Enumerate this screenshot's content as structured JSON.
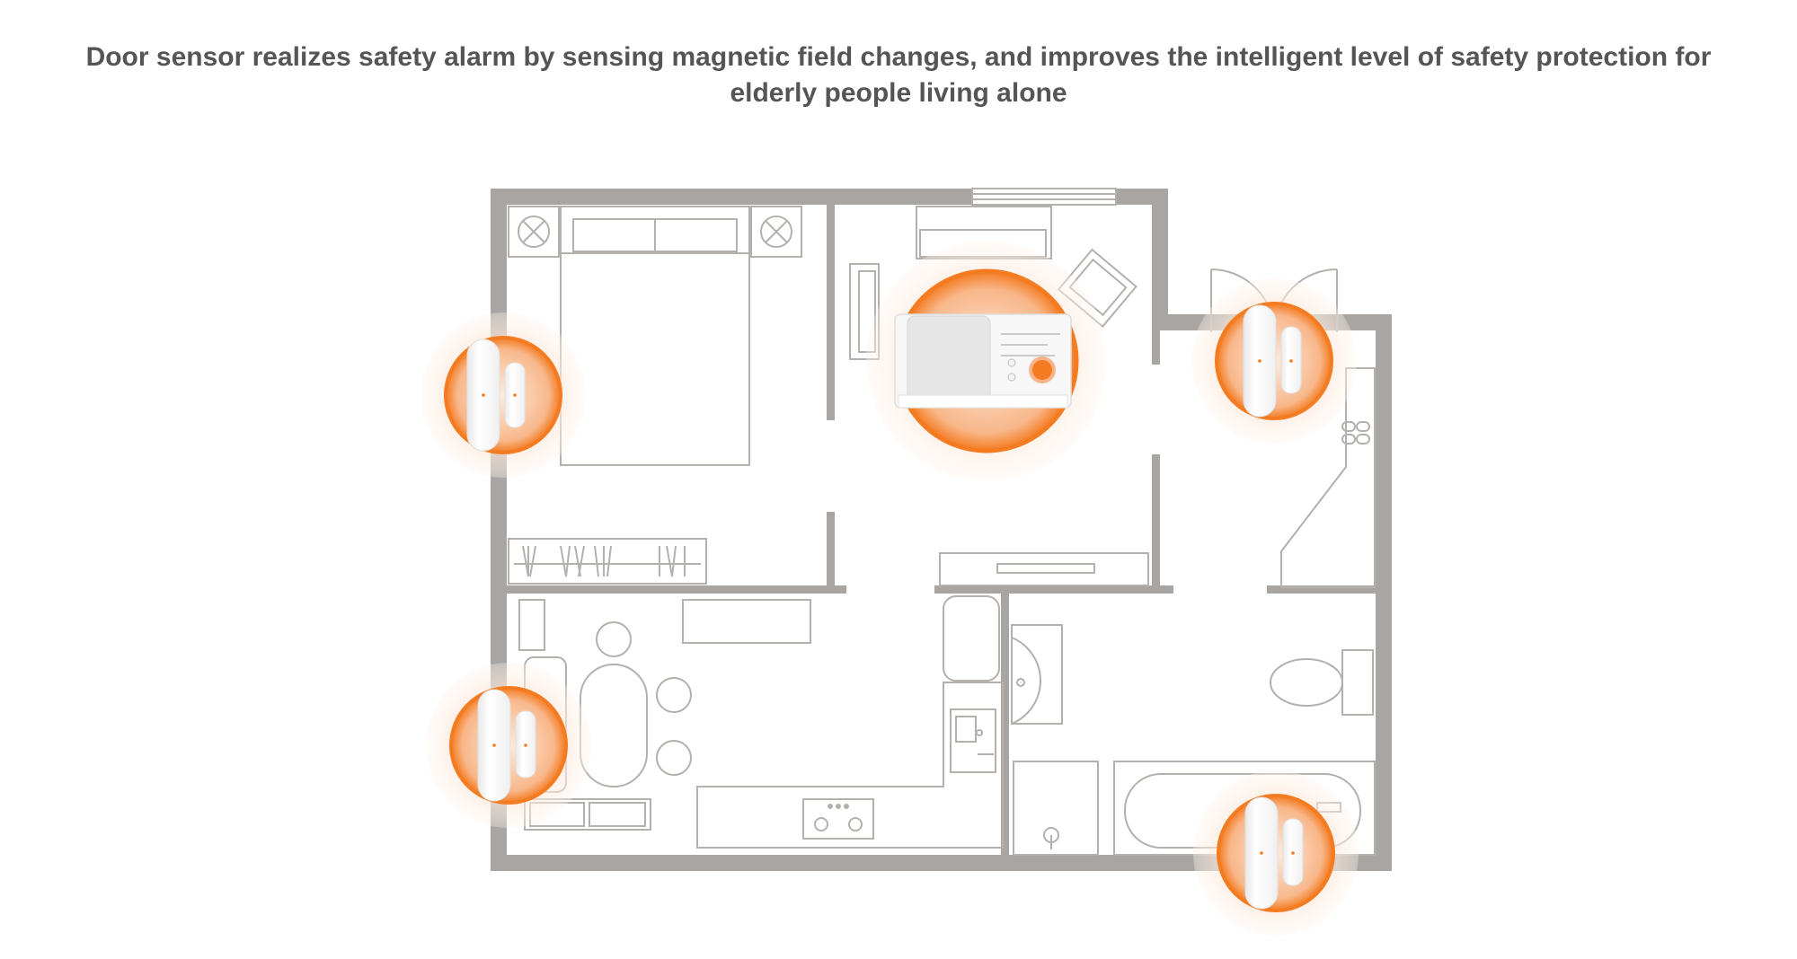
{
  "headline": {
    "line1": "Door sensor realizes safety alarm by sensing magnetic field changes, and improves the intelligent level of safety protection for",
    "line2": "elderly people living alone"
  },
  "colors": {
    "wall": "#A8A5A2",
    "furniture_stroke": "#B3B0AD",
    "alarm_orange": "#F47B20",
    "glow": "#FBD9C2",
    "device_white": "#FAFAFA"
  },
  "floorplan": {
    "rooms": [
      "bedroom",
      "living-room",
      "entry-hall",
      "kitchen-dining",
      "bathroom"
    ],
    "sensors": [
      "bedroom-window",
      "entry-door",
      "dining-window",
      "bathroom-window"
    ],
    "hub": "alarm-hub"
  }
}
